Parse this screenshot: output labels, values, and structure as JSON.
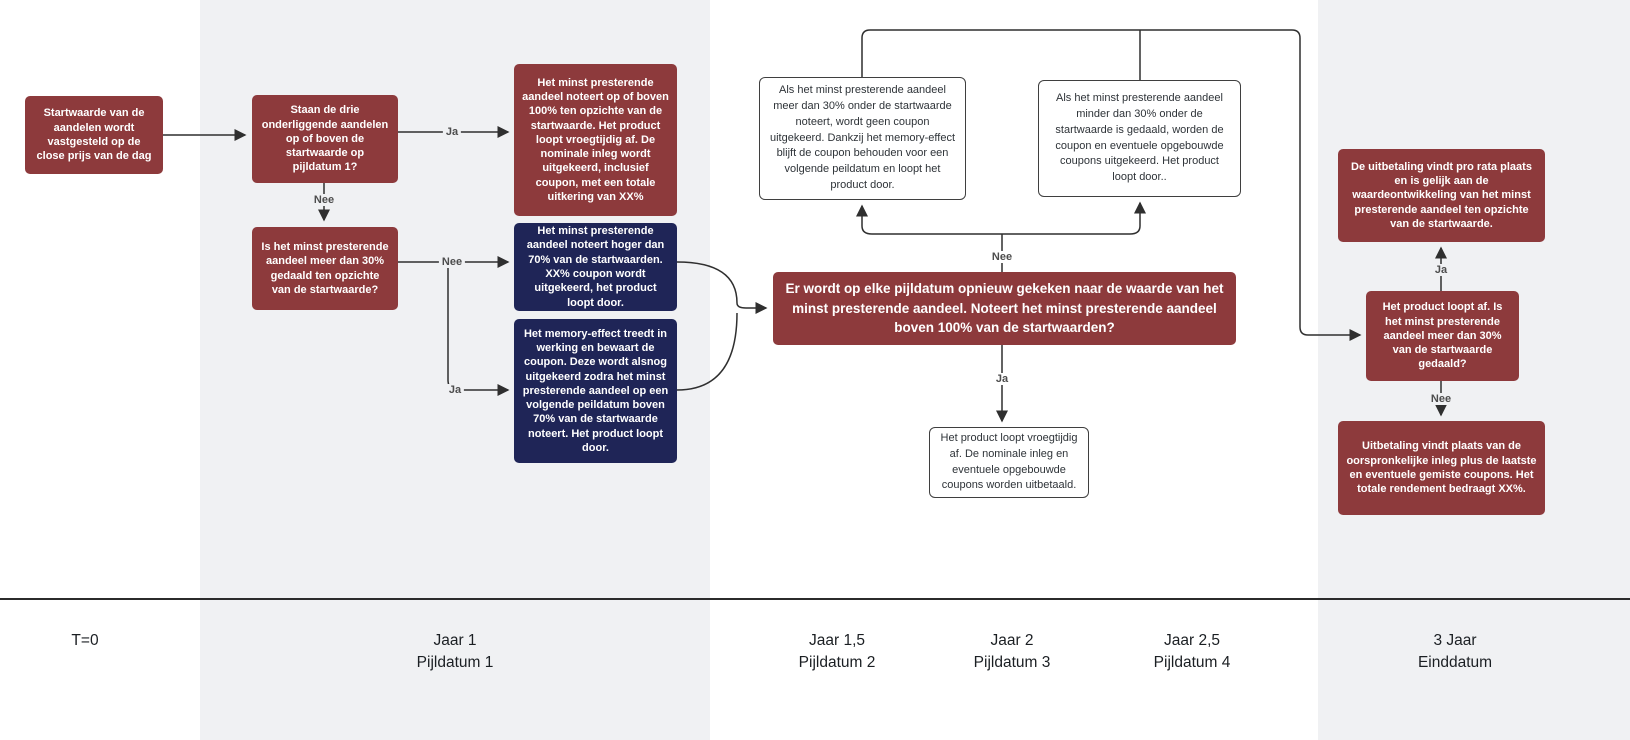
{
  "colors": {
    "maroon": "#8d3a3c",
    "navy": "#1f2557",
    "band": "#f0f1f3",
    "line": "#2f2f2f",
    "box-border": "#3f3f3f"
  },
  "nodes": {
    "start": {
      "text": "Startwaarde van de aandelen wordt vastgesteld op de close prijs van de dag"
    },
    "q1": {
      "text": "Staan de drie onderliggende aandelen op of boven de startwaarde op pijldatum 1?"
    },
    "q2": {
      "text": "Is het minst presterende aandeel meer dan 30% gedaald ten opzichte van de startwaarde?"
    },
    "early_end": {
      "text": "Het minst presterende aandeel noteert op of boven 100% ten opzichte van de startwaarde. Het product loopt vroegtijdig af. De nominale inleg wordt uitgekeerd, inclusief coupon, met een totale uitkering van XX%"
    },
    "coupon_paid": {
      "text": "Het minst presterende aandeel noteert hoger dan 70% van de startwaarden. XX% coupon wordt uitgekeerd, het product loopt door."
    },
    "memory": {
      "text": "Het memory-effect treedt in werking en bewaart de coupon. Deze wordt alsnog uitgekeerd zodra het minst presterende aandeel op een volgende peildatum boven 70% van de startwaarde noteert. Het product loopt door."
    },
    "no_coupon": {
      "text": "Als het minst presterende aandeel meer dan 30% onder de startwaarde noteert, wordt geen coupon uitgekeerd. Dankzij het memory-effect blijft de coupon behouden voor een volgende peildatum en loopt het product door."
    },
    "coupons_out": {
      "text": "Als het minst presterende aandeel minder dan 30% onder de startwaarde is gedaald, worden de coupon en eventuele opgebouwde coupons uitgekeerd. Het product loopt door.."
    },
    "recheck": {
      "text": "Er wordt op elke pijldatum opnieuw gekeken naar de waarde van het minst presterende aandeel. Noteert het minst presterende aandeel boven 100% van de startwaarden?"
    },
    "early_payout": {
      "text": "Het product loopt vroegtijdig af. De nominale inleg en eventuele opgebouwde coupons worden uitbetaald."
    },
    "pro_rata": {
      "text": "De uitbetaling vindt pro rata plaats en is gelijk aan de waardeontwikkeling van het minst presterende aandeel ten opzichte van de startwaarde."
    },
    "end_q": {
      "text": "Het product loopt af. Is het minst presterende aandeel meer dan 30% van de startwaarde gedaald?"
    },
    "final_payout": {
      "text": "Uitbetaling vindt plaats van de oorspronkelijke inleg plus de laatste en eventuele gemiste coupons. Het totale rendement bedraagt XX%."
    }
  },
  "edges": {
    "q1_yes": "Ja",
    "q1_no": "Nee",
    "q2_no": "Nee",
    "q2_yes": "Ja",
    "recheck_no": "Nee",
    "recheck_yes": "Ja",
    "end_yes": "Ja",
    "end_no": "Nee"
  },
  "timeline": {
    "items": [
      {
        "line1": "T=0",
        "line2": ""
      },
      {
        "line1": "Jaar 1",
        "line2": "Pijldatum 1"
      },
      {
        "line1": "Jaar 1,5",
        "line2": "Pijldatum 2"
      },
      {
        "line1": "Jaar 2",
        "line2": "Pijldatum 3"
      },
      {
        "line1": "Jaar 2,5",
        "line2": "Pijldatum 4"
      },
      {
        "line1": "3 Jaar",
        "line2": "Einddatum"
      }
    ]
  }
}
